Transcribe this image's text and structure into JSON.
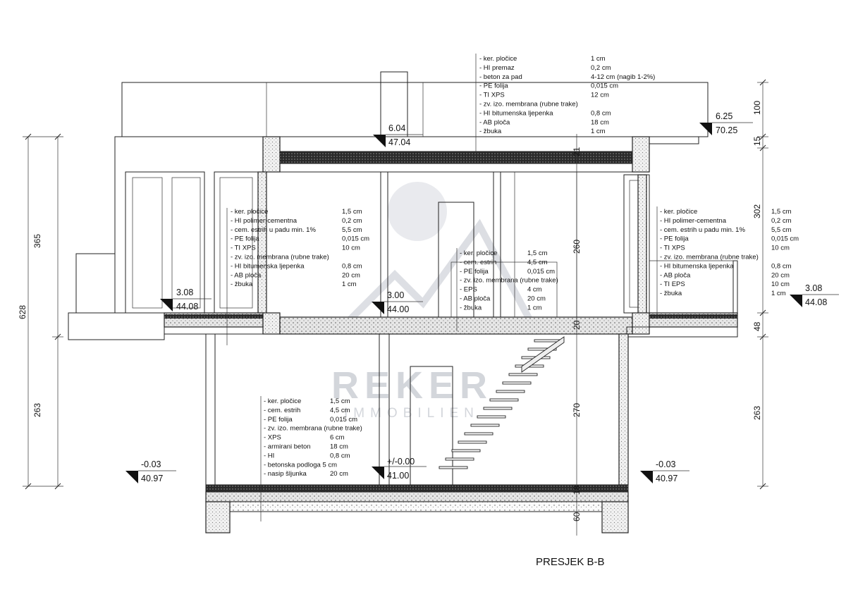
{
  "title": "PRESJEK B-B",
  "watermark": {
    "brand": "REKER",
    "sub": "IMMOBILIEN"
  },
  "spec_roof": [
    {
      "layer": "- ker. pločice",
      "thickness": "1 cm"
    },
    {
      "layer": "- HI premaz",
      "thickness": "0,2 cm"
    },
    {
      "layer": "- beton za pad",
      "thickness": "4-12 cm (nagib 1-2%)"
    },
    {
      "layer": "- PE folija",
      "thickness": "0,015 cm"
    },
    {
      "layer": "- TI XPS",
      "thickness": "12 cm"
    },
    {
      "layer": "- zv. izo. membrana (rubne trake)",
      "thickness": ""
    },
    {
      "layer": "- HI bitumenska ljepenka",
      "thickness": "0,8 cm"
    },
    {
      "layer": "- AB ploča",
      "thickness": "18 cm"
    },
    {
      "layer": "- žbuka",
      "thickness": "1 cm"
    }
  ],
  "spec_terrace_left": [
    {
      "layer": "- ker. pločice",
      "thickness": "1,5 cm"
    },
    {
      "layer": "- HI polimer-cementna",
      "thickness": "0,2 cm"
    },
    {
      "layer": "- cem. estrih u padu min. 1%",
      "thickness": "5,5 cm"
    },
    {
      "layer": "- PE folija",
      "thickness": "0,015 cm"
    },
    {
      "layer": "- TI XPS",
      "thickness": "10 cm"
    },
    {
      "layer": "- zv. izo. membrana (rubne trake)",
      "thickness": ""
    },
    {
      "layer": "- HI bitumenska ljepenka",
      "thickness": "0,8 cm"
    },
    {
      "layer": "- AB ploča",
      "thickness": "20 cm"
    },
    {
      "layer": "- žbuka",
      "thickness": "1 cm"
    }
  ],
  "spec_terrace_right": [
    {
      "layer": "- ker. pločice",
      "thickness": "1,5 cm"
    },
    {
      "layer": "- HI polimer-cementna",
      "thickness": "0,2 cm"
    },
    {
      "layer": "- cem. estrih u padu min. 1%",
      "thickness": "5,5 cm"
    },
    {
      "layer": "- PE folija",
      "thickness": "0,015 cm"
    },
    {
      "layer": "- TI XPS",
      "thickness": "10 cm"
    },
    {
      "layer": "- zv. izo. membrana (rubne trake)",
      "thickness": ""
    },
    {
      "layer": "- HI bitumenska ljepenka",
      "thickness": "0,8 cm"
    },
    {
      "layer": "- AB ploča",
      "thickness": "20 cm"
    },
    {
      "layer": "- TI EPS",
      "thickness": "10 cm"
    },
    {
      "layer": "- žbuka",
      "thickness": "1 cm"
    }
  ],
  "spec_first_floor": [
    {
      "layer": "- ker. pločice",
      "thickness": "1,5 cm"
    },
    {
      "layer": "- cem. estrih",
      "thickness": "4,5 cm"
    },
    {
      "layer": "- PE folija",
      "thickness": "0,015 cm"
    },
    {
      "layer": "- zv. izo. membrana (rubne trake)",
      "thickness": ""
    },
    {
      "layer": "- EPS",
      "thickness": "4 cm"
    },
    {
      "layer": "- AB ploča",
      "thickness": "20 cm"
    },
    {
      "layer": "- žbuka",
      "thickness": "1 cm"
    }
  ],
  "spec_ground": [
    {
      "layer": "- ker. pločice",
      "thickness": "1,5 cm"
    },
    {
      "layer": "- cem. estrih",
      "thickness": "4,5 cm"
    },
    {
      "layer": "- PE folija",
      "thickness": "0,015 cm"
    },
    {
      "layer": "- zv. izo. membrana (rubne trake)",
      "thickness": ""
    },
    {
      "layer": "- XPS",
      "thickness": "6 cm"
    },
    {
      "layer": "- armirani beton",
      "thickness": "18 cm"
    },
    {
      "layer": "- HI",
      "thickness": "0,8 cm"
    },
    {
      "layer": "- betonska podloga 5 cm",
      "thickness": ""
    },
    {
      "layer": "- nasip šljunka",
      "thickness": "20 cm"
    }
  ],
  "levels": {
    "roof_right": {
      "rel": "6.25",
      "abs": "70.25"
    },
    "roof_mid": {
      "rel": "6.04",
      "abs": "47.04"
    },
    "floor1_left": {
      "rel": "3.08",
      "abs": "44.08"
    },
    "floor1_mid": {
      "rel": "3.00",
      "abs": "44.00"
    },
    "floor1_right": {
      "rel": "3.08",
      "abs": "44.08"
    },
    "ground_left": {
      "rel": "-0.03",
      "abs": "40.97"
    },
    "ground_mid": {
      "rel": "+/-0.00",
      "abs": "41.00"
    },
    "ground_right": {
      "rel": "-0.03",
      "abs": "40.97"
    }
  },
  "dims_left": {
    "total": "628",
    "upper": "365",
    "lower": "263"
  },
  "dims_right": {
    "top": "100",
    "roof": "15",
    "upper": "302",
    "slab": "48",
    "lower": "263"
  },
  "dims_inner": {
    "roof_slab": "21",
    "upper_height": "260",
    "mid_slab": "20",
    "lower_height": "270",
    "ground_a": "18",
    "ground_b": "60"
  }
}
